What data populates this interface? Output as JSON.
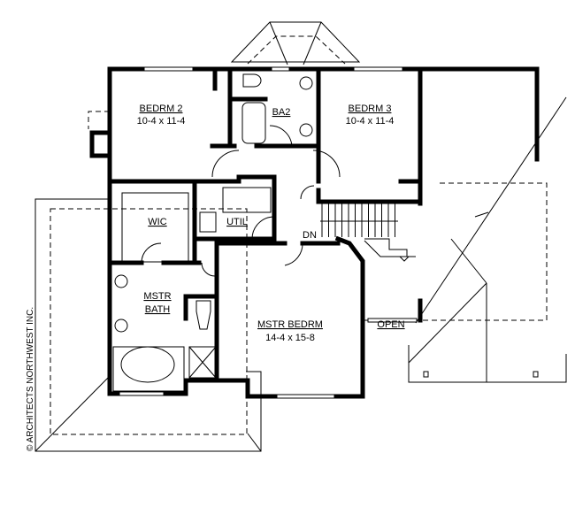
{
  "rooms": {
    "bedrm2": {
      "name": "BEDRM 2",
      "size": "10-4 x 11-4"
    },
    "ba2": {
      "name": "BA2"
    },
    "bedrm3": {
      "name": "BEDRM 3",
      "size": "10-4 x 11-4"
    },
    "wic": {
      "name": "WIC"
    },
    "util": {
      "name": "UTIL"
    },
    "dn": {
      "name": "DN"
    },
    "mstr_bath": {
      "name_line1": "MSTR",
      "name_line2": "BATH"
    },
    "mstr_bedrm": {
      "name": "MSTR BEDRM",
      "size": "14-4 x 15-8"
    },
    "open": {
      "name": "OPEN"
    }
  },
  "copyright": "© ARCHITECTS NORTHWEST INC."
}
